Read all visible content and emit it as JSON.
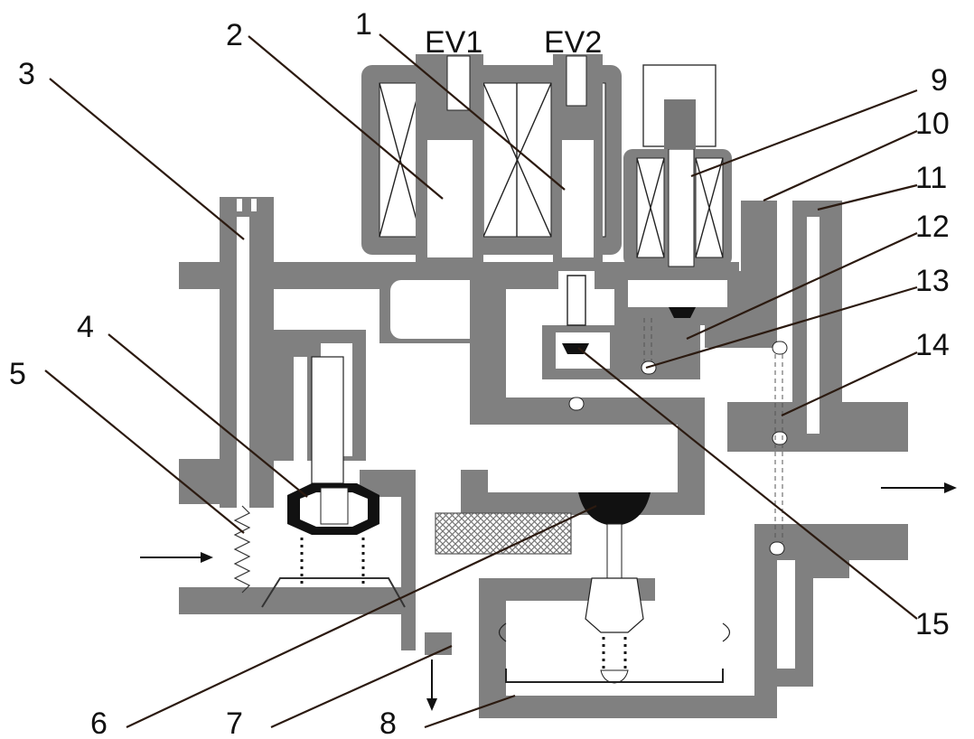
{
  "labels": {
    "n1": "1",
    "n2": "2",
    "n3": "3",
    "n4": "4",
    "n5": "5",
    "n6": "6",
    "n7": "7",
    "n8": "8",
    "n9": "9",
    "n10": "10",
    "n11": "11",
    "n12": "12",
    "n13": "13",
    "n14": "14",
    "n15": "15",
    "ev1": "EV1",
    "ev2": "EV2"
  },
  "colors": {
    "body": "#808080",
    "cavity": "#ffffff",
    "dark_parts": "#111111",
    "leader_lines": "#2b1a10",
    "filter_mesh": "#888888"
  },
  "icons": {
    "inlet_arrow": "arrow-right-icon",
    "outlet_arrow": "arrow-right-icon",
    "drain_arrow": "arrow-down-icon"
  }
}
